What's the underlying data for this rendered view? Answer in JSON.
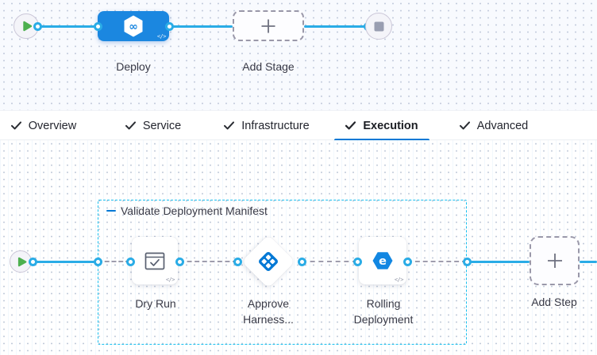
{
  "colors": {
    "stage_blue": "#1B87E0",
    "connector_blue": "#2AACE6",
    "group_border_cyan": "#18BFEF",
    "icon_blue": "#0278D5",
    "active_tab_underline": "#0278D5",
    "play_green": "#4DB04F",
    "end_square_gray": "#999EB1"
  },
  "stage_pipeline": {
    "stage": {
      "label": "Deploy",
      "icon": "harness-cd-hexagon-infinity-icon"
    },
    "add_stage": {
      "label": "Add Stage"
    }
  },
  "tabs": [
    {
      "label": "Overview",
      "checked": true,
      "active": false
    },
    {
      "label": "Service",
      "checked": true,
      "active": false
    },
    {
      "label": "Infrastructure",
      "checked": true,
      "active": false
    },
    {
      "label": "Execution",
      "checked": true,
      "active": true
    },
    {
      "label": "Advanced",
      "checked": true,
      "active": false
    }
  ],
  "execution": {
    "group": {
      "label": "Validate Deployment Manifest"
    },
    "steps": [
      {
        "label": "Dry Run",
        "icon": "window-check-icon"
      },
      {
        "label": "Approve Harness...",
        "icon": "approval-diamonds-icon"
      },
      {
        "label": "Rolling Deployment",
        "icon": "rolling-hexagon-icon"
      }
    ],
    "add_step": {
      "label": "Add Step"
    }
  },
  "badges": {
    "code_toggle": "</>"
  }
}
